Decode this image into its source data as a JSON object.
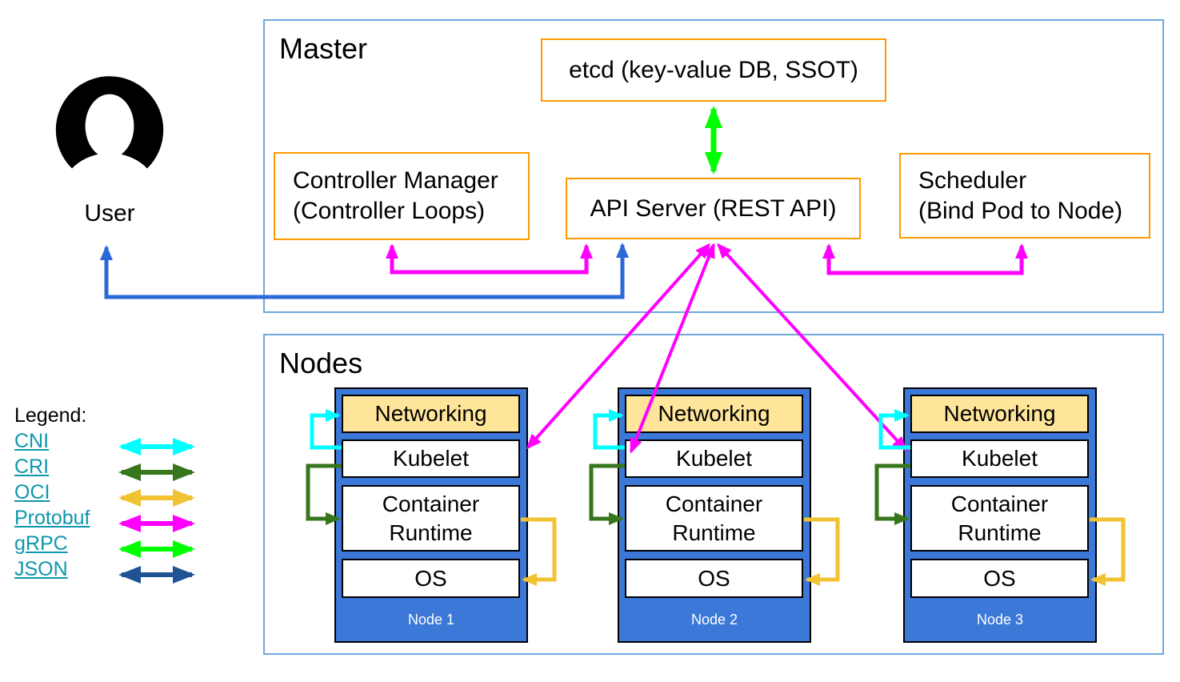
{
  "user": {
    "label": "User"
  },
  "master": {
    "title": "Master",
    "etcd_label": "etcd (key-value DB, SSOT)",
    "controller_manager_label": "Controller Manager\n(Controller Loops)",
    "api_server_label": "API Server (REST API)",
    "scheduler_label": "Scheduler\n(Bind Pod to Node)"
  },
  "nodes": {
    "title": "Nodes",
    "layers": {
      "networking": "Networking",
      "kubelet": "Kubelet",
      "container_runtime": "Container\nRuntime",
      "os": "OS"
    },
    "items": [
      {
        "label": "Node 1"
      },
      {
        "label": "Node 2"
      },
      {
        "label": "Node 3"
      }
    ]
  },
  "legend": {
    "title": "Legend:",
    "entries": [
      {
        "label": "CNI",
        "color": "#00ffff"
      },
      {
        "label": "CRI",
        "color": "#38761d"
      },
      {
        "label": "OCI",
        "color": "#f1c232"
      },
      {
        "label": "Protobuf",
        "color": "#ff00ff"
      },
      {
        "label": "gRPC",
        "color": "#00ff00"
      },
      {
        "label": "JSON",
        "color": "#1f5394"
      }
    ]
  },
  "colors": {
    "container_border": "#6fa8dc",
    "box_border": "#ff9900",
    "node_fill": "#3c78d8",
    "networking_fill": "#ffe599",
    "link_text": "#0e97ad",
    "user_json_arrow": "#2b68d9",
    "cni_arrow": "#00ffff",
    "cri_arrow": "#38761d",
    "oci_arrow": "#f1c232",
    "protobuf_arrow": "#ff00ff",
    "grpc_arrow": "#00ff00",
    "json_arrow": "#1f5394"
  }
}
